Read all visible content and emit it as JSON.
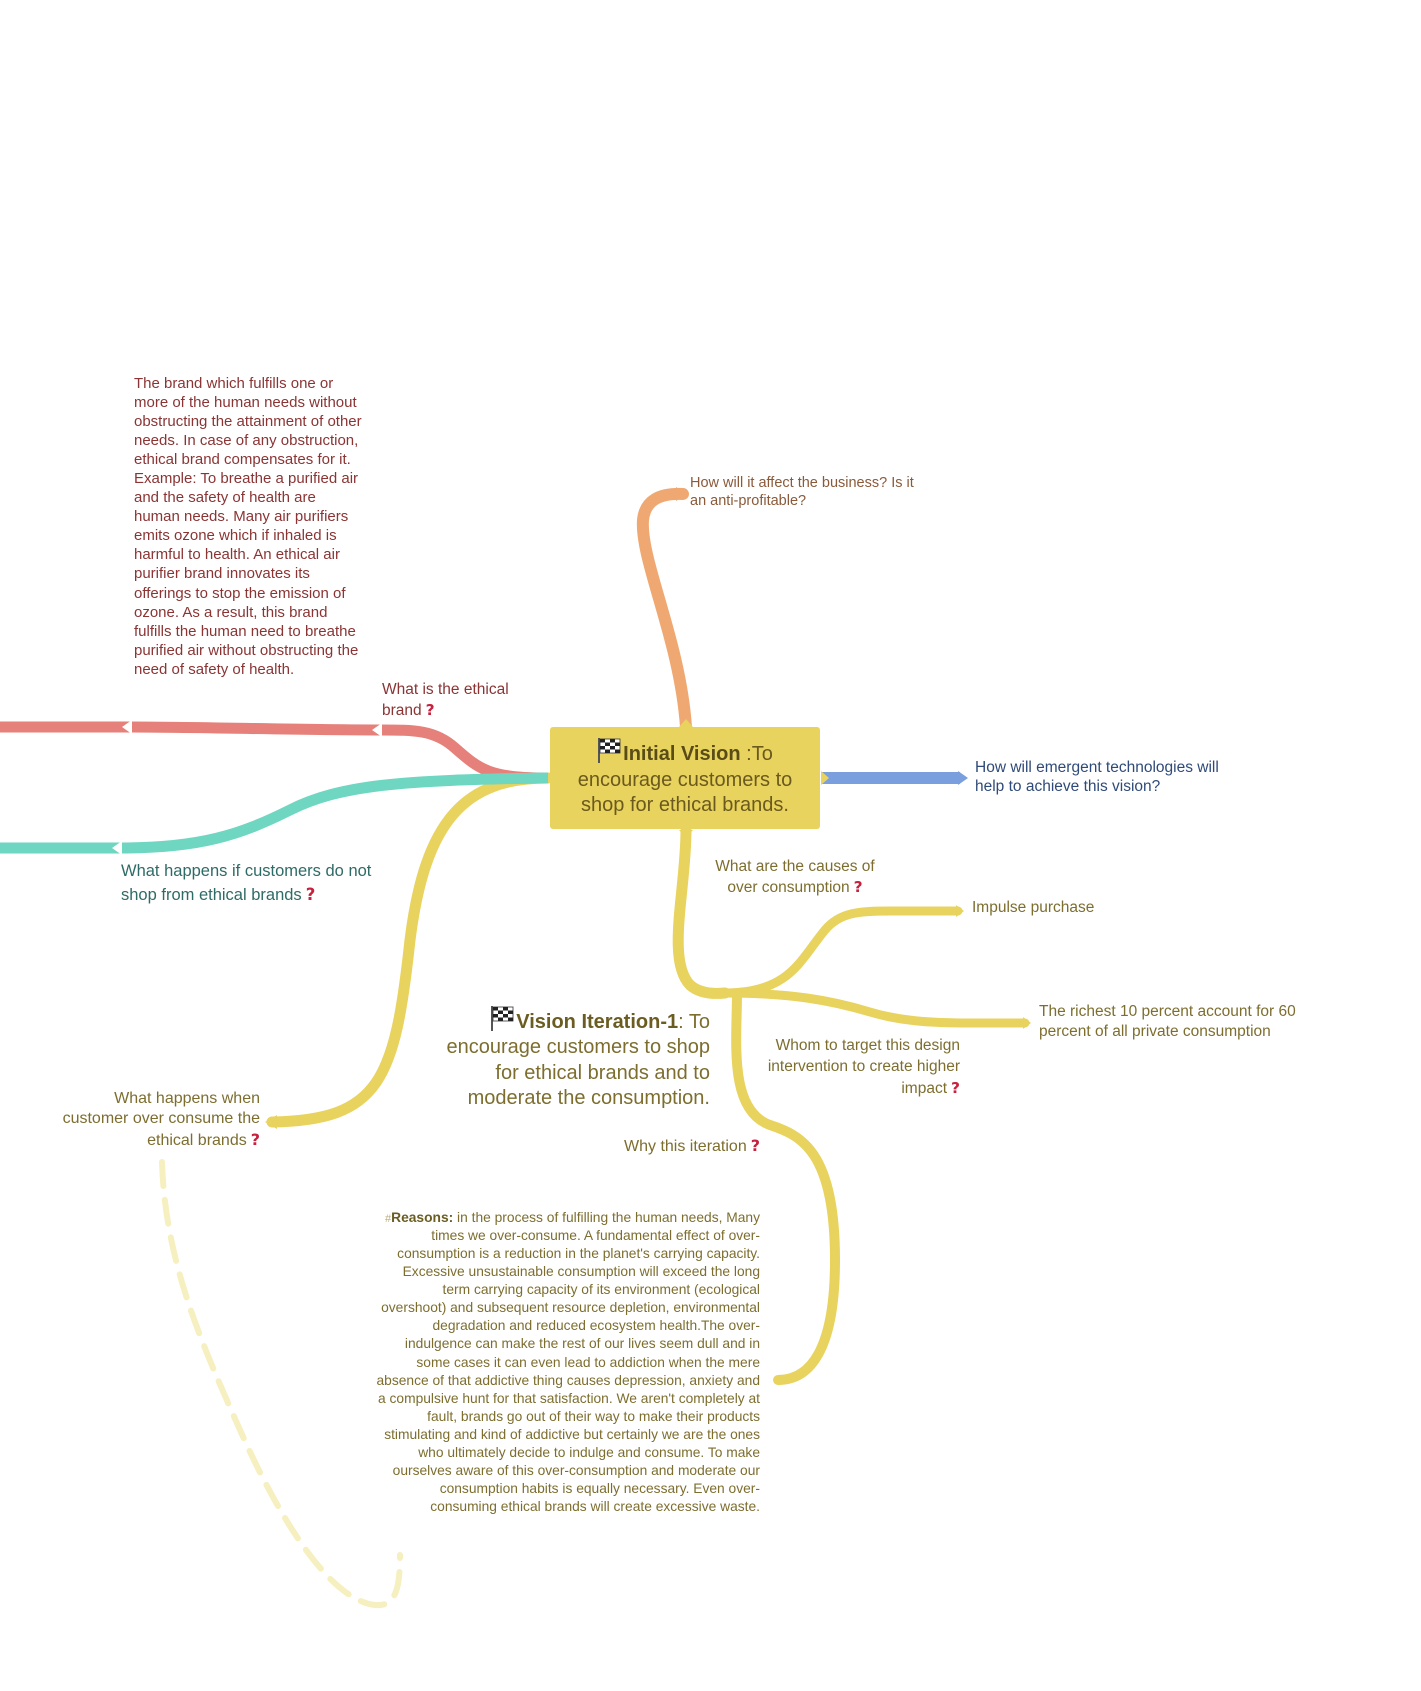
{
  "colors": {
    "root_fill": "#e8d35f",
    "branch_orange": "#f0a872",
    "branch_blue": "#7a9fde",
    "branch_yellow": "#e8d35f",
    "branch_red": "#e5807a",
    "branch_teal": "#6ed6c1",
    "dashed_link": "#f6efbf",
    "question_mark": "#c8203f"
  },
  "icons": {
    "flag": "checkered-flag-icon",
    "question": "question-mark-icon"
  },
  "root": {
    "title": "Initial Vision",
    "text": " :To encourage customers to shop for ethical brands."
  },
  "topics": {
    "business": "How will it affect the business? Is it an anti-profitable?",
    "technologies": "How will emergent technologies will help to achieve this vision?",
    "causes": "What are the causes of over consumption",
    "impulse": "Impulse purchase",
    "richest": "The richest 10 percent account for 60 percent of all private consumption",
    "target": "Whom to target this design intervention to create higher impact",
    "iteration_title": "Vision Iteration-1",
    "iteration_text": ": To encourage customers to shop for ethical brands and to moderate the consumption.",
    "why": "Why this iteration",
    "reasons_hash": "#",
    "reasons_title": "Reasons:",
    "reasons_text": " in the process of fulfilling the human needs, Many times we over-consume. A fundamental effect of over-consumption is a reduction in the planet's carrying capacity. Excessive unsustainable consumption will exceed the long term carrying capacity of its environment (ecological overshoot) and subsequent resource depletion, environmental degradation and reduced ecosystem health.The over-indulgence can make the rest of our lives seem dull and in some cases it can even lead to addiction when the mere absence of that addictive thing causes depression, anxiety and a compulsive hunt for that satisfaction. We aren't completely at fault, brands go out of their way to make their products stimulating and kind of addictive but certainly we are the ones who ultimately decide to indulge and consume. To make ourselves aware of this over-consumption and moderate our consumption habits is equally necessary. Even over-consuming ethical brands will create excessive waste.",
    "overconsume": "What happens when customer over consume the ethical brands",
    "ethical": "What is the ethical brand",
    "ethical_definition": "The brand which fulfills one or more of the human needs without obstructing the attainment of other needs. In case of any obstruction, ethical brand compensates for it. Example: To breathe a purified air and the safety of health are human needs. Many air purifiers emits ozone which if inhaled is harmful to health. An ethical air purifier brand innovates its offerings to stop the emission of ozone. As a result, this brand fulfills the human need to breathe purified air without obstructing the need of safety of health.",
    "not_shop": "What happens if customers do not shop from ethical brands",
    "question_mark": "?"
  }
}
